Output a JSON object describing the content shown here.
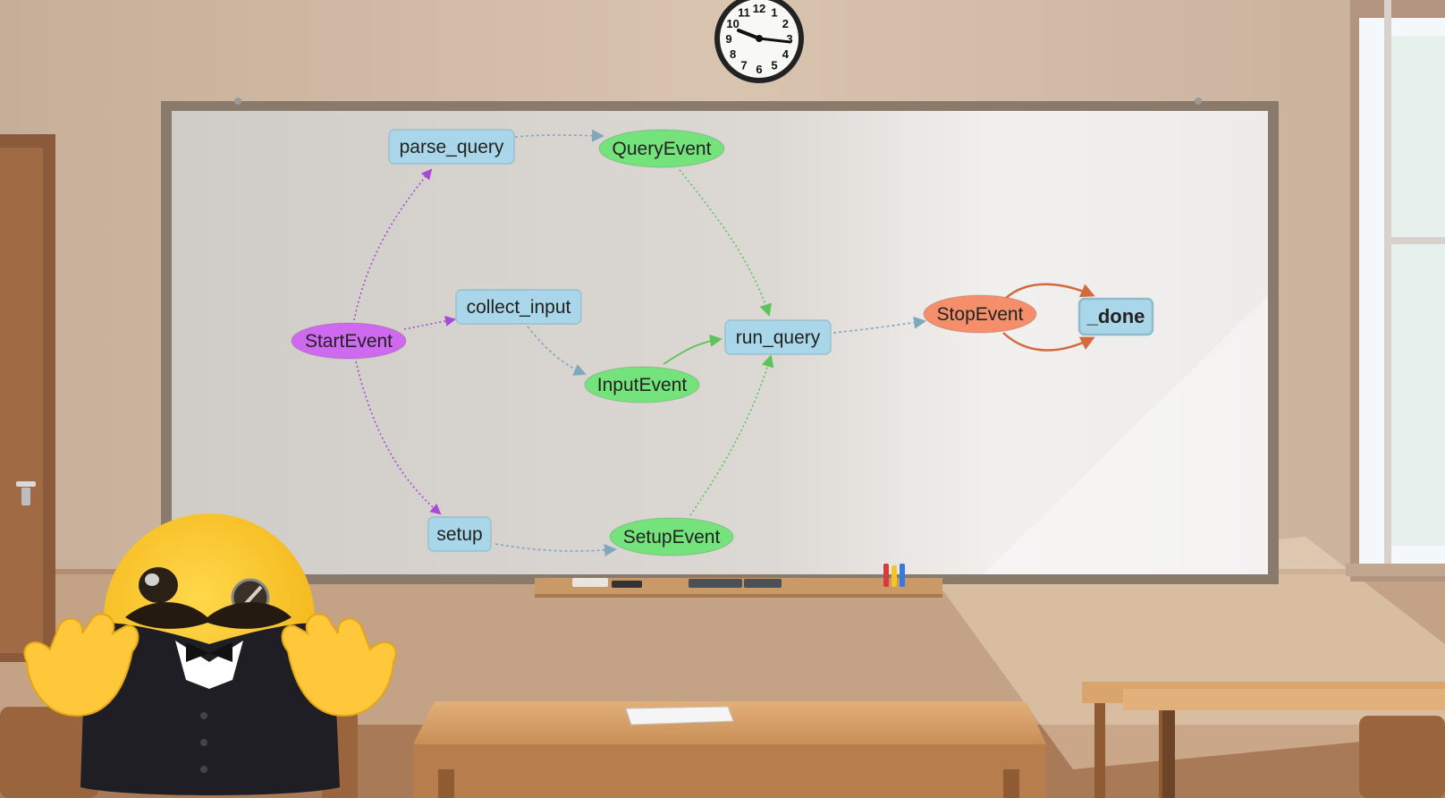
{
  "diagram": {
    "nodes": [
      {
        "id": "start",
        "label": "StartEvent",
        "kind": "event-ellipse",
        "color": "#cf6af0"
      },
      {
        "id": "parse_query",
        "label": "parse_query",
        "kind": "step-rect",
        "color": "#a9d6e8"
      },
      {
        "id": "collect_input",
        "label": "collect_input",
        "kind": "step-rect",
        "color": "#a9d6e8"
      },
      {
        "id": "setup",
        "label": "setup",
        "kind": "step-rect",
        "color": "#a9d6e8"
      },
      {
        "id": "query_event",
        "label": "QueryEvent",
        "kind": "event-ellipse",
        "color": "#74e37c"
      },
      {
        "id": "input_event",
        "label": "InputEvent",
        "kind": "event-ellipse",
        "color": "#74e37c"
      },
      {
        "id": "setup_event",
        "label": "SetupEvent",
        "kind": "event-ellipse",
        "color": "#74e37c"
      },
      {
        "id": "run_query",
        "label": "run_query",
        "kind": "step-rect",
        "color": "#a9d6e8"
      },
      {
        "id": "stop_event",
        "label": "StopEvent",
        "kind": "event-ellipse",
        "color": "#f58e6a"
      },
      {
        "id": "done",
        "label": "_done",
        "kind": "step-rect",
        "color": "#a9d6e8"
      }
    ],
    "edges": [
      {
        "from": "start",
        "to": "parse_query",
        "color": "#a74ad6"
      },
      {
        "from": "start",
        "to": "collect_input",
        "color": "#a74ad6"
      },
      {
        "from": "start",
        "to": "setup",
        "color": "#a74ad6"
      },
      {
        "from": "parse_query",
        "to": "query_event",
        "color": "#7fa8bd"
      },
      {
        "from": "collect_input",
        "to": "input_event",
        "color": "#7fa8bd"
      },
      {
        "from": "setup",
        "to": "setup_event",
        "color": "#7fa8bd"
      },
      {
        "from": "query_event",
        "to": "run_query",
        "color": "#5cc45a"
      },
      {
        "from": "input_event",
        "to": "run_query",
        "color": "#5cc45a"
      },
      {
        "from": "setup_event",
        "to": "run_query",
        "color": "#5cc45a"
      },
      {
        "from": "run_query",
        "to": "stop_event",
        "color": "#7fa8bd"
      },
      {
        "from": "stop_event",
        "to": "done",
        "color": "#d26a3e"
      },
      {
        "from": "stop_event",
        "to": "done",
        "color": "#d26a3e"
      }
    ]
  },
  "clock": {
    "numerals": [
      "12",
      "1",
      "2",
      "3",
      "4",
      "5",
      "6",
      "7",
      "8",
      "9",
      "10",
      "11"
    ]
  },
  "colors": {
    "wall": "#cfb9a4",
    "board": "#dcd8d4",
    "board_frame": "#8a7a6c",
    "floor": "#b88a6a",
    "desk": "#d9a46e"
  }
}
